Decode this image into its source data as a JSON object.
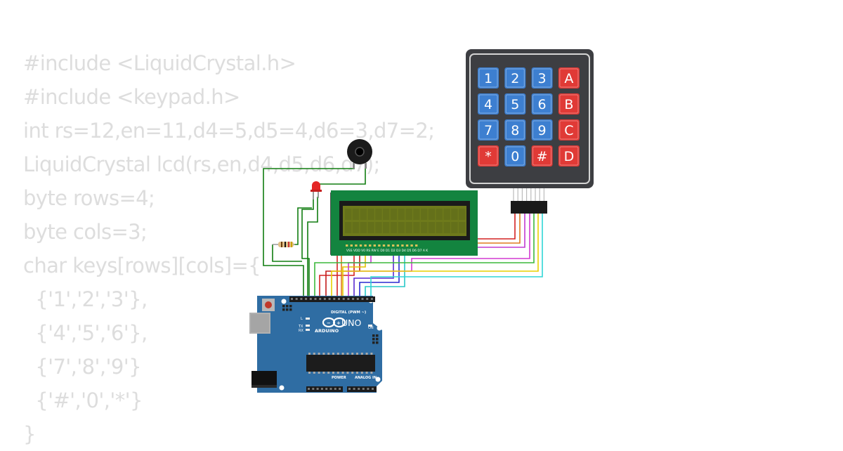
{
  "code_lines": [
    "#include <LiquidCrystal.h>",
    "#include <keypad.h>",
    "int rs=12,en=11,d4=5,d5=4,d6=3,d7=2;",
    "LiquidCrystal lcd(rs,en,d4,d5,d6,d7);",
    "byte rows=4;",
    "byte cols=3;",
    "char keys[rows][cols]={",
    "  {'1','2','3'},",
    "  {'4','5','6'},",
    "  {'7','8','9'}",
    "  {'#','0','*'}",
    "}"
  ],
  "keypad": {
    "keys": [
      "1",
      "2",
      "3",
      "A",
      "4",
      "5",
      "6",
      "B",
      "7",
      "8",
      "9",
      "C",
      "*",
      "0",
      "#",
      "D"
    ],
    "colors": {
      "blue": "#3d7fd0",
      "red": "#e03a36",
      "body": "#3d3e42"
    }
  },
  "arduino": {
    "logo_text": "ARDUINO",
    "model": "UNO",
    "digital_label": "DIGITAL (PWM ~)",
    "power_label": "POWER",
    "analog_label": "ANALOG IN",
    "on_label": "ON",
    "l_label": "L",
    "tx_label": "TX",
    "rx_label": "RX",
    "board_color": "#2f6da3"
  },
  "lcd": {
    "pin_labels": "VSS VDD V0 RS RW E D0 D1 D2 D3 D4 D5 D6 D7 A K",
    "screen_color": "#6e7a1b",
    "pcb_color": "#13843f"
  }
}
